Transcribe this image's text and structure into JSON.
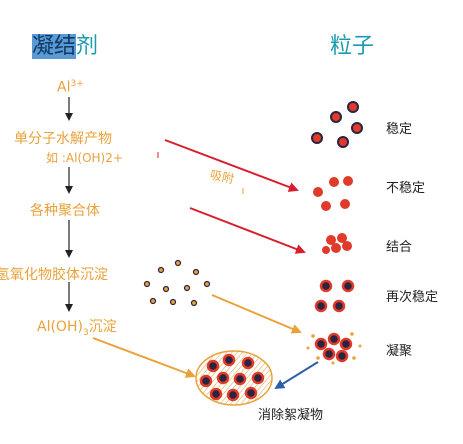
{
  "titles": {
    "coagulant_highlight": "凝结",
    "coagulant_rest": "剂",
    "particles": "粒子"
  },
  "left_steps": {
    "al_ion": "Al",
    "al_ion_sup": "3+",
    "hydrolysis": "单分子水解产物",
    "hydrolysis_example": "如 :Al(OH)2+",
    "polymers": "各种聚合体",
    "hydroxide_colloid": "氢氧化物胶体沉淀",
    "aloh3": "Al(OH)",
    "aloh3_sub": "3",
    "aloh3_rest": "沉淀"
  },
  "arrow_label": "吸附",
  "right_states": {
    "stable": "稳定",
    "unstable": "不稳定",
    "combine": "结合",
    "restable": "再次稳定",
    "coagulate": "凝聚"
  },
  "bottom_label": "消除絮凝物",
  "colors": {
    "title": "#1a9bb0",
    "orange": "#e9a23b",
    "red_arrow": "#d81e2e",
    "blue_arrow": "#2f5ea8",
    "particle_red": "#e03a2a",
    "particle_dark": "#2a2440"
  }
}
